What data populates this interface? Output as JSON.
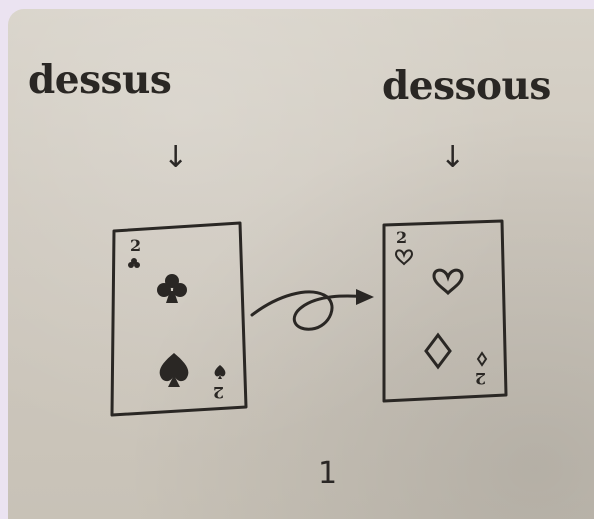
{
  "labels": {
    "left": "dessus",
    "right": "dessous"
  },
  "arrows": {
    "left": "↓",
    "right": "↓"
  },
  "cards": {
    "left": {
      "rank_top": "2",
      "rank_bottom": "2",
      "suits": [
        "club",
        "spade"
      ],
      "corner_suit_top": "club",
      "corner_suit_bottom": "spade"
    },
    "right": {
      "rank_top": "2",
      "rank_bottom": "2",
      "suits": [
        "heart",
        "diamond"
      ],
      "corner_suit_top": "heart",
      "corner_suit_bottom": "diamond"
    }
  },
  "page_number": "1",
  "colors": {
    "ink": "#2a2724",
    "paper": "#d3cec4",
    "frame": "#ebe3f1"
  }
}
